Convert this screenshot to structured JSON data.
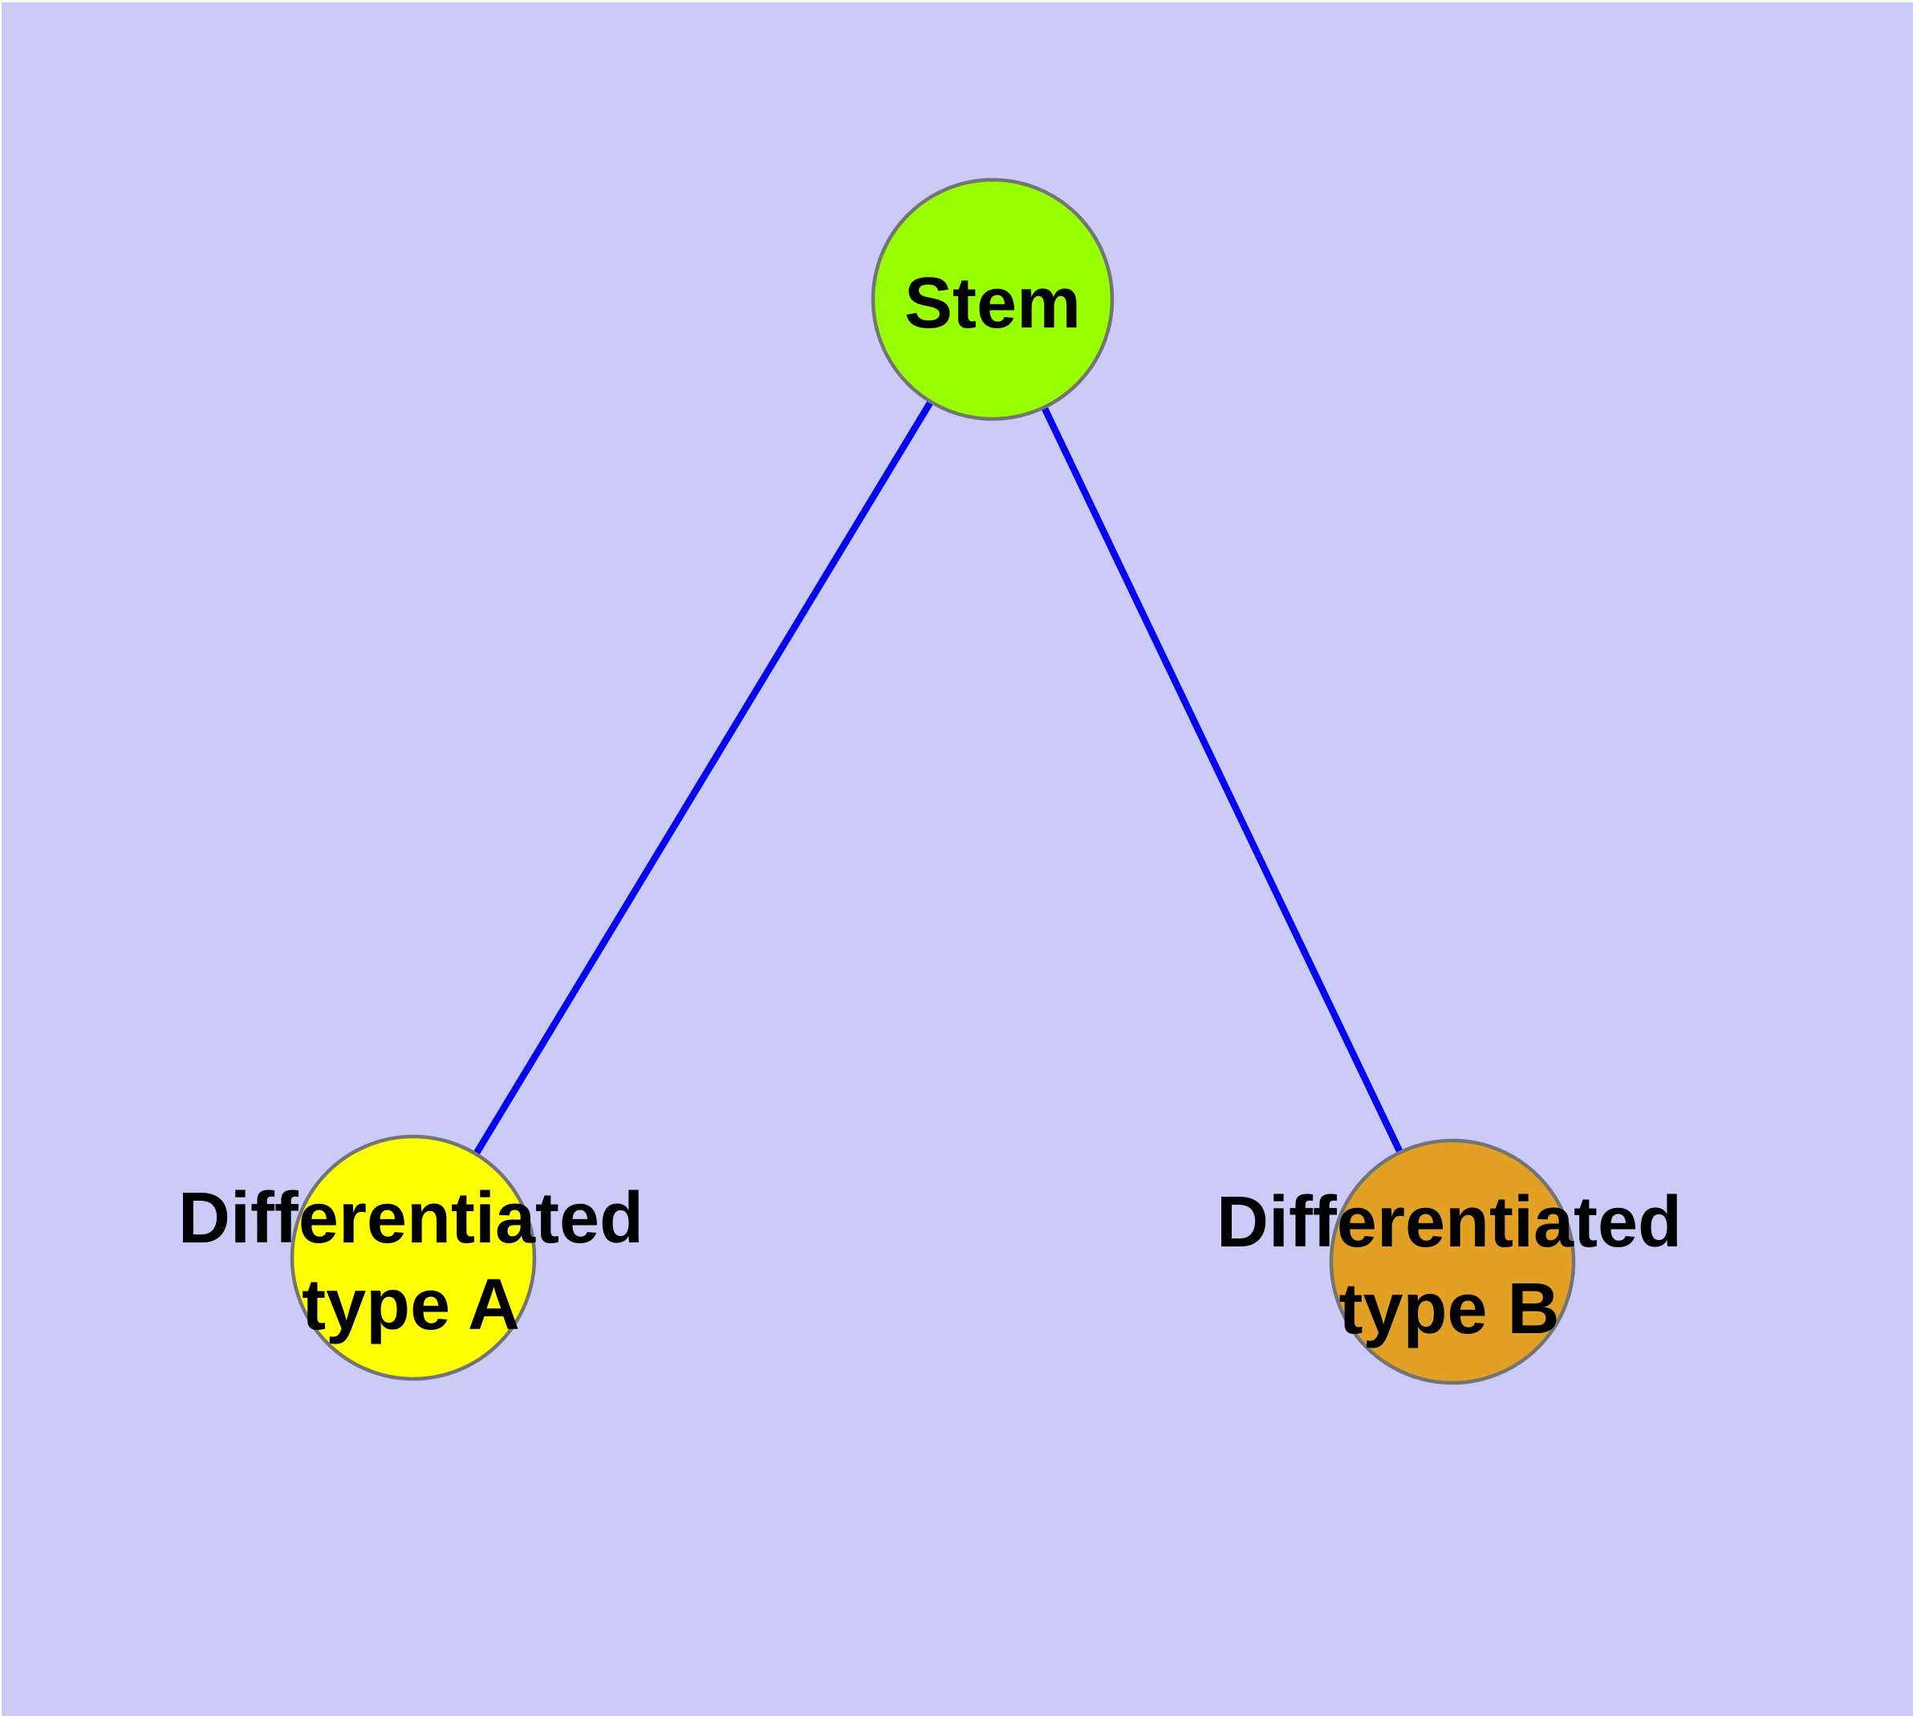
{
  "canvas": {
    "background_color": "#cbcbf8",
    "page_border_color": "#ffffff"
  },
  "text": {
    "color": "#000000"
  },
  "edges": {
    "color": "#0404ee",
    "list": [
      {
        "from": "Stem",
        "to": "Differentiated type A"
      },
      {
        "from": "Stem",
        "to": "Differentiated type B"
      }
    ]
  },
  "nodes": {
    "stem": {
      "label": "Stem",
      "fill": "#97ff00",
      "border": "#747474"
    },
    "type_a": {
      "label_line1": "Differentiated",
      "label_line2": "type A",
      "fill": "#ffff00",
      "border": "#747474"
    },
    "type_b": {
      "label_line1": "Differentiated",
      "label_line2": "type B",
      "fill": "#e2a024",
      "border": "#747474"
    }
  }
}
